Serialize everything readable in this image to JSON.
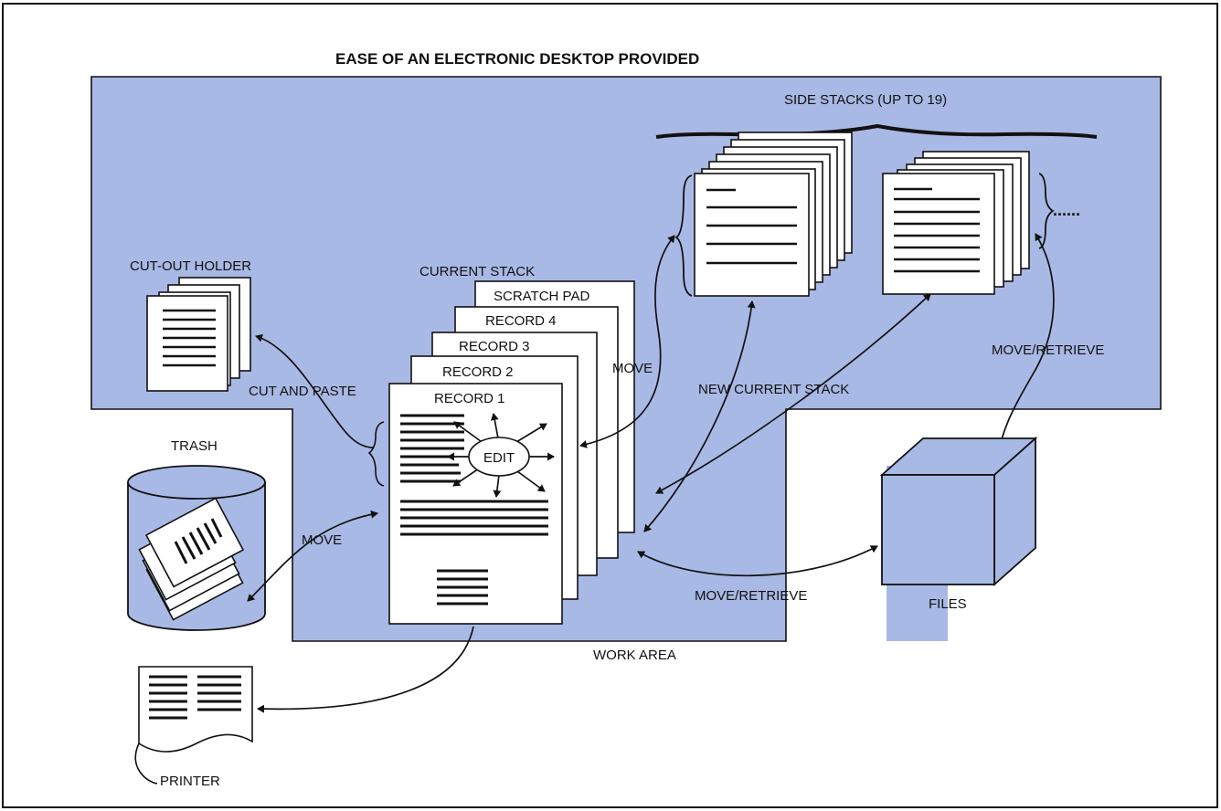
{
  "title": "EASE OF AN ELECTRONIC DESKTOP PROVIDED",
  "labels": {
    "side_stacks": "SIDE STACKS (UP TO 19)",
    "cut_out_holder": "CUT-OUT HOLDER",
    "current_stack": "CURRENT STACK",
    "scratch_pad": "SCRATCH PAD",
    "record_4": "RECORD 4",
    "record_3": "RECORD 3",
    "record_2": "RECORD 2",
    "record_1": "RECORD 1",
    "edit": "EDIT",
    "move_top": "MOVE",
    "cut_and_paste": "CUT AND PASTE",
    "new_current_stack": "NEW CURRENT STACK",
    "move_retrieve_right": "MOVE/RETRIEVE",
    "trash": "TRASH",
    "move_trash": "MOVE",
    "files": "FILES",
    "move_retrieve_bottom": "MOVE/RETRIEVE",
    "work_area": "WORK AREA",
    "printer": "PRINTER",
    "ellipsis": "......"
  },
  "colors": {
    "desktop_blue": "#a9b9e5",
    "ink": "#111111",
    "paper": "#ffffff"
  }
}
